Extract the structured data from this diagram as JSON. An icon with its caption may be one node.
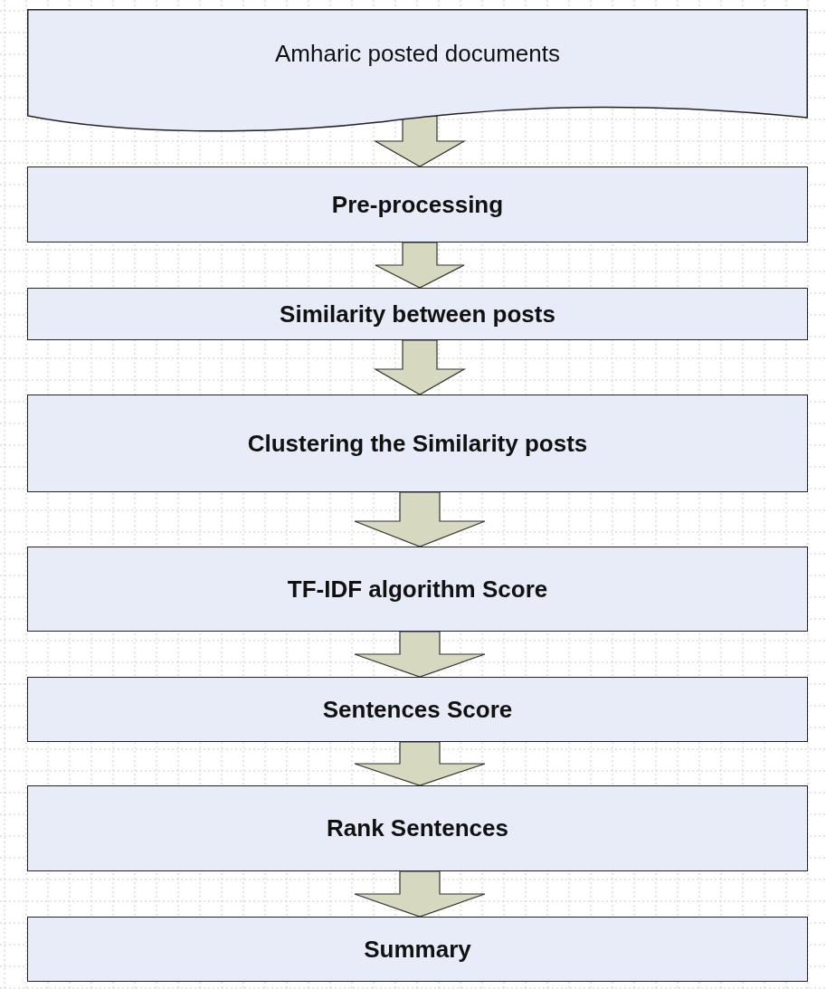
{
  "diagram": {
    "nodes": [
      {
        "text": [
          "Amharic posted documents"
        ]
      },
      {
        "text": [
          "Pre-processing"
        ]
      },
      {
        "text": [
          "Similarity between posts"
        ]
      },
      {
        "text": [
          "Clustering the Similarity posts"
        ]
      },
      {
        "text": [
          "TF-IDF algorithm Score"
        ]
      },
      {
        "text": [
          "Sentences Score"
        ]
      },
      {
        "text": [
          "Rank Sentences"
        ]
      },
      {
        "text": [
          "Summary"
        ]
      }
    ],
    "edges": [
      {
        "from": 0,
        "to": 1,
        "arrow": "to"
      },
      {
        "from": 1,
        "to": 2,
        "arrow": "to"
      },
      {
        "from": 2,
        "to": 3,
        "arrow": "to"
      },
      {
        "from": 3,
        "to": 4,
        "arrow": "to"
      },
      {
        "from": 4,
        "to": 5,
        "arrow": "to"
      },
      {
        "from": 5,
        "to": 6,
        "arrow": "to"
      },
      {
        "from": 6,
        "to": 7,
        "arrow": "to"
      }
    ]
  }
}
